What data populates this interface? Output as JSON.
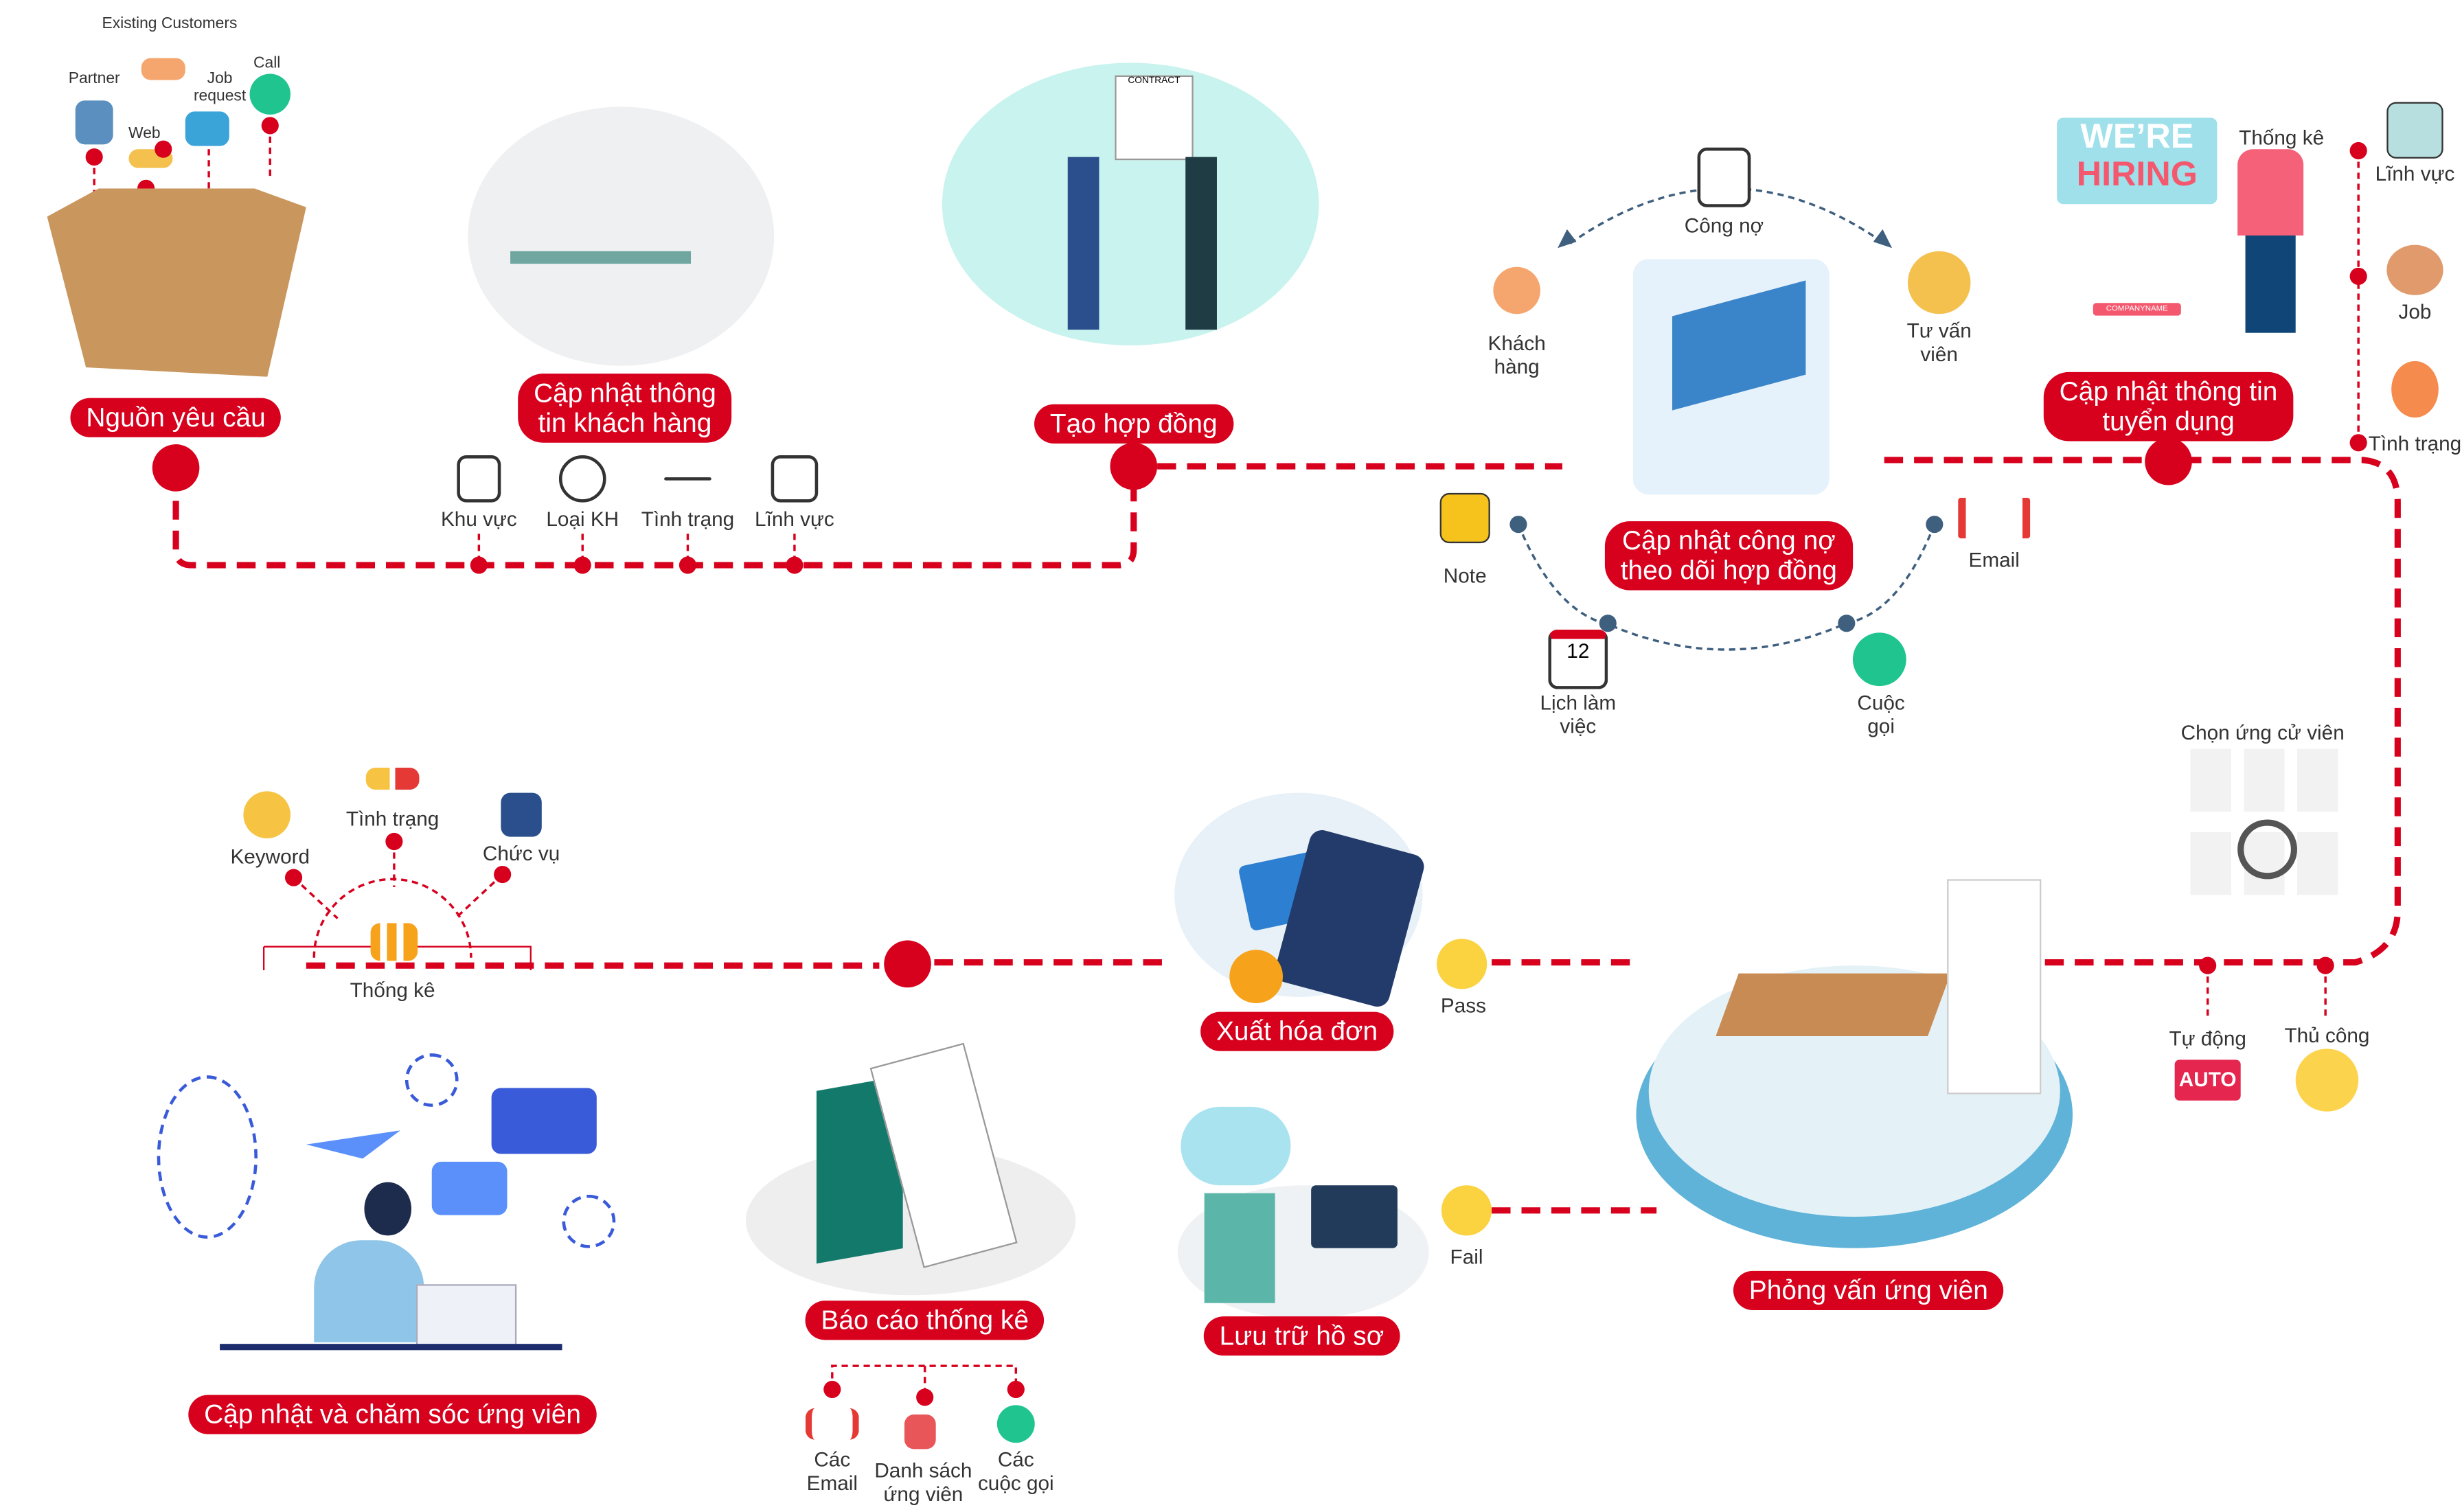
{
  "sources": {
    "existing_customers": "Existing Customers",
    "partner": "Partner",
    "job_request": "Job request",
    "web": "Web",
    "call": "Call"
  },
  "stages": {
    "nguon_yeu_cau": "Nguồn yêu cầu",
    "cap_nhat_khach_hang": [
      "Cập nhật thông",
      "tin khách hàng"
    ],
    "tao_hop_dong": "Tạo hợp đồng",
    "cong_no": [
      "Cập nhật công nợ",
      "theo dõi hợp đồng"
    ],
    "tuyen_dung": [
      "Cập nhật thông tin",
      "tuyển dụng"
    ],
    "phong_van": "Phỏng vấn ứng viên",
    "xuat_hoa_don": "Xuất hóa đơn",
    "luu_tru": "Lưu trữ hồ sơ",
    "bao_cao": "Báo cáo thống kê",
    "cham_soc": "Cập nhật và chăm sóc ứng viên"
  },
  "customer_fields": [
    "Khu vực",
    "Loại KH",
    "Tình trạng",
    "Lĩnh vực"
  ],
  "contract_cycle": {
    "cong_no": "Công nợ",
    "khach_hang": [
      "Khách",
      "hàng"
    ],
    "tu_van_vien": [
      "Tư vấn",
      "viên"
    ],
    "note": "Note",
    "email": "Email",
    "lich_lam_viec": [
      "Lịch làm",
      "việc"
    ],
    "cuoc_goi": [
      "Cuộc",
      "gọi"
    ],
    "contract_doc": "CONTRACT",
    "calendar_day": "12"
  },
  "recruitment": {
    "thong_ke": "Thống kê",
    "fields": [
      "Lĩnh vực",
      "Job",
      "Tình trạng"
    ],
    "poster": {
      "line1": "WE’RE",
      "line2": "HIRING",
      "company": "COMPANYNAME"
    }
  },
  "candidate_selection": {
    "title": "Chọn ứng cử viên",
    "auto": "Tự động",
    "auto_badge": "AUTO",
    "manual": "Thủ công"
  },
  "results": {
    "pass": "Pass",
    "fail": "Fail"
  },
  "care": {
    "keyword": "Keyword",
    "tinh_trang": "Tình trạng",
    "chuc_vu": "Chức vụ",
    "thong_ke": "Thống kê"
  },
  "report_items": [
    [
      "Các",
      "Email"
    ],
    [
      "Danh sách",
      "ứng viên"
    ],
    [
      "Các",
      "cuộc gọi"
    ]
  ],
  "colors": {
    "accent": "#d7001d",
    "path": "#3f5f7f"
  }
}
